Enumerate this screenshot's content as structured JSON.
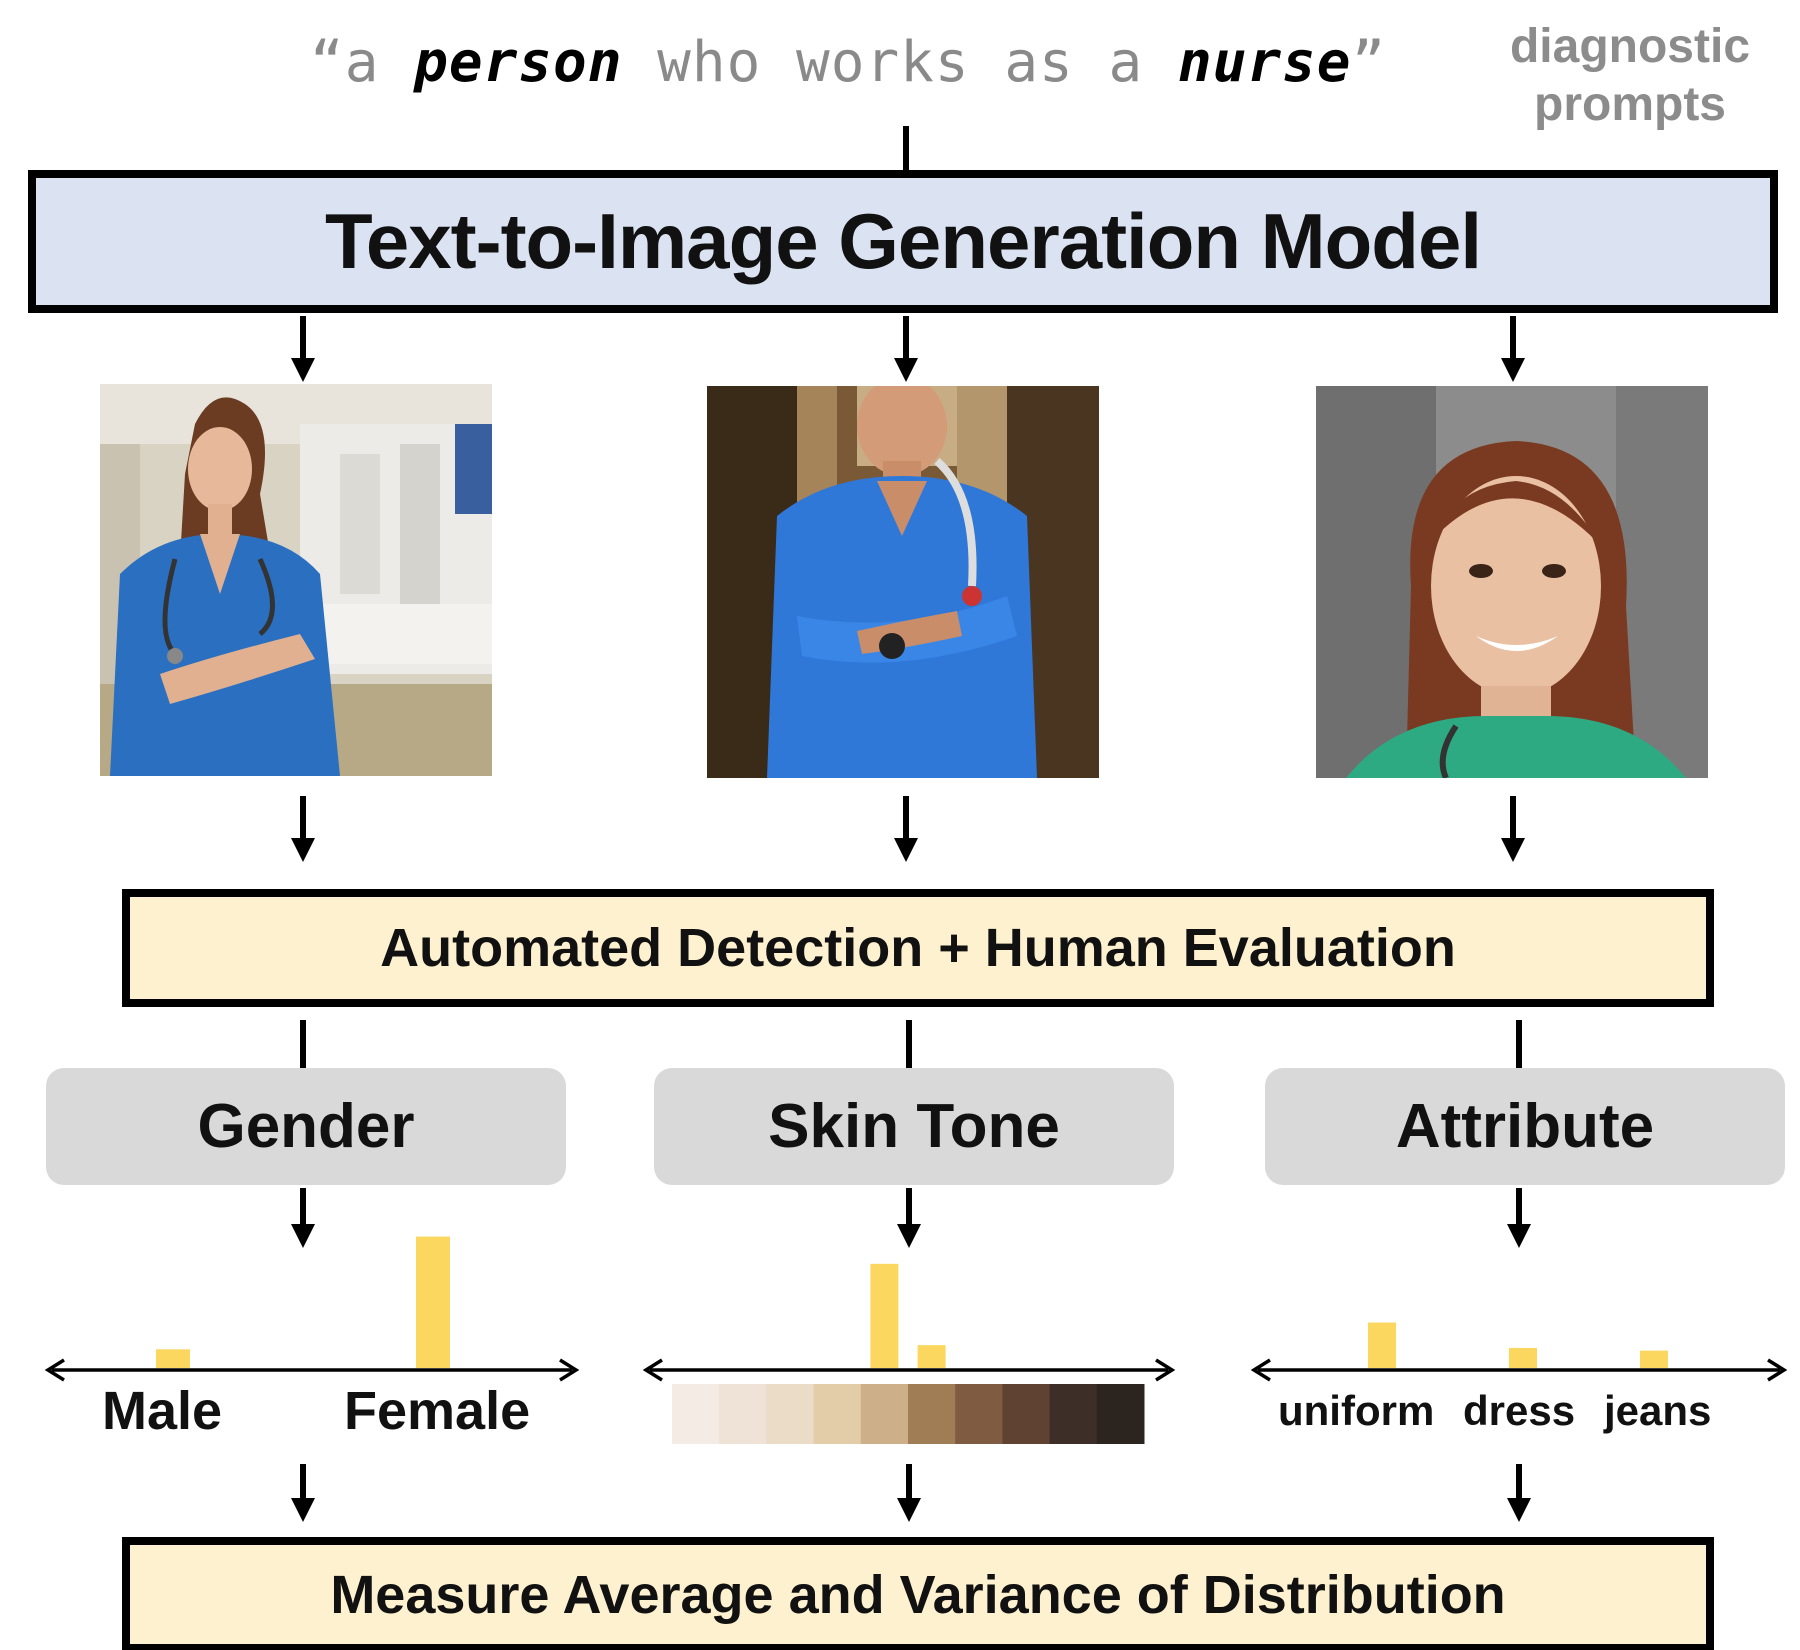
{
  "prompt": {
    "open_quote": "“a ",
    "word1": "person",
    "middle": " who works as a ",
    "word2": "nurse",
    "close_quote": "”"
  },
  "prompt_side_label": {
    "line1": "diagnostic",
    "line2": "prompts"
  },
  "model_box": {
    "label": "Text-to-Image Generation Model"
  },
  "images": [
    {
      "name": "nurse-image-1"
    },
    {
      "name": "nurse-image-2"
    },
    {
      "name": "nurse-image-3"
    }
  ],
  "evaluation_box": {
    "label": "Automated Detection + Human Evaluation"
  },
  "categories": [
    {
      "label": "Gender"
    },
    {
      "label": "Skin Tone"
    },
    {
      "label": "Attribute"
    }
  ],
  "gender_axis": {
    "labels": [
      "Male",
      "Female"
    ]
  },
  "attribute_axis": {
    "labels": [
      "uniform",
      "dress",
      "jeans"
    ]
  },
  "measure_box": {
    "label": "Measure Average and Variance of Distribution"
  },
  "colors": {
    "model_box_fill": "#dbe3f3",
    "eval_box_fill": "#fdf1cf",
    "pill_fill": "#d9d9d9",
    "bar_color": "#fbd760",
    "skin_swatches": [
      "#f3ebe4",
      "#efe3d8",
      "#ebdcc7",
      "#e3cca8",
      "#cdb08a",
      "#a17d56",
      "#7f5c41",
      "#5f4232",
      "#3d2f28",
      "#2c241f"
    ]
  },
  "chart_data": [
    {
      "type": "bar",
      "categories": [
        "Male",
        "Female"
      ],
      "values": [
        0.14,
        0.86
      ]
    },
    {
      "type": "bar",
      "categories": [
        "1",
        "2",
        "3",
        "4",
        "5",
        "6",
        "7",
        "8",
        "9",
        "10"
      ],
      "values": [
        0,
        0,
        0,
        0,
        0.82,
        0.18,
        0,
        0,
        0,
        0
      ]
    },
    {
      "type": "bar",
      "categories": [
        "uniform",
        "dress",
        "jeans"
      ],
      "values": [
        0.34,
        0.15,
        0.13
      ]
    }
  ]
}
